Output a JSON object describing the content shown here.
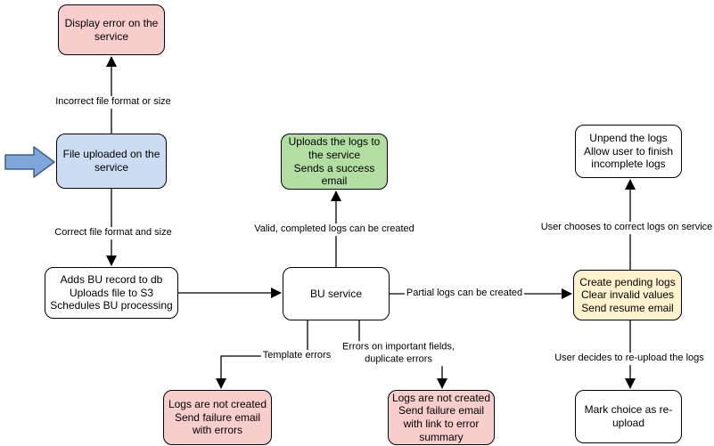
{
  "diagram": {
    "title_hint": "file upload / BU processing flowchart",
    "nodes": {
      "display_error": {
        "label": "Display error on the service"
      },
      "file_uploaded": {
        "label": "File uploaded on the service"
      },
      "adds_bu_record": {
        "label": "Adds BU record to db\nUploads file to S3\nSchedules BU processing"
      },
      "bu_service": {
        "label": "BU service"
      },
      "uploads_logs": {
        "label": "Uploads the logs to the service\nSends a success email"
      },
      "unpend_logs": {
        "label": "Unpend the logs\nAllow user to finish\nincomplete logs"
      },
      "create_pending_logs": {
        "label": "Create pending logs\nClear invalid values\nSend resume email"
      },
      "mark_choice_reupload": {
        "label": "Mark choice as re-\nupload"
      },
      "logs_not_created_errors": {
        "label": "Logs are not created\nSend failure email\nwith errors"
      },
      "logs_not_created_summary": {
        "label": "Logs are not created\nSend failure email\nwith link to error\nsummary"
      }
    },
    "edge_labels": {
      "incorrect_format": "Incorrect file format or size",
      "correct_format": "Correct file format and size",
      "valid_logs": "Valid, completed logs can be created",
      "partial_logs": "Partial logs can be created",
      "template_errors": "Template errors",
      "important_errors": "Errors on important fields,\nduplicate errors",
      "user_corrects": "User chooses to correct logs on service",
      "user_reuploads": "User decides to re-upload the logs"
    },
    "colors": {
      "node_border": "#000000",
      "edge_stroke": "#000000",
      "pink_fill": "#f8cecc",
      "blue_fill": "#ccdcf2",
      "green_fill": "#b2dea2",
      "yellow_fill": "#fff2cc",
      "white_fill": "#ffffff",
      "entry_arrow_fill": "#7ea6d9",
      "entry_arrow_border": "#3f5e8d"
    }
  }
}
